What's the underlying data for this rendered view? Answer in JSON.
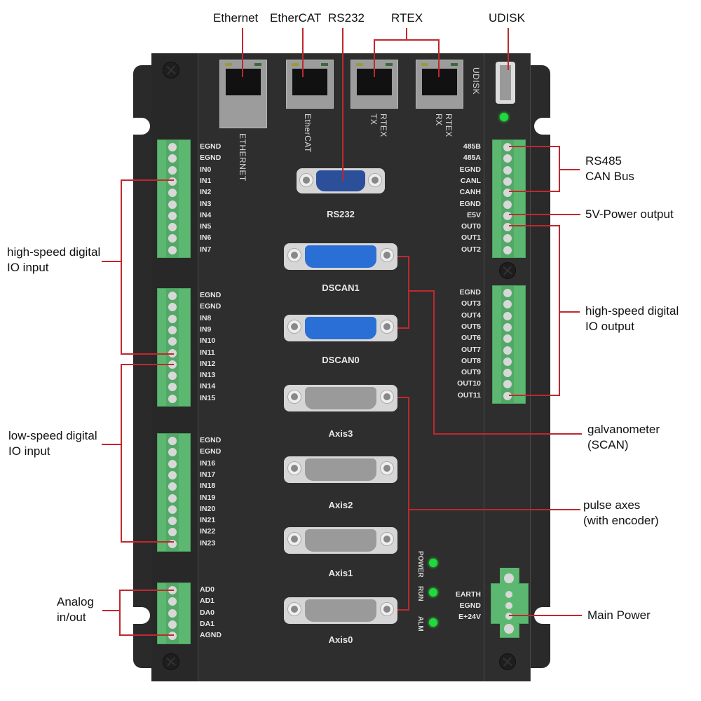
{
  "top_callouts": {
    "ethernet": "Ethernet",
    "ethercat": "EtherCAT",
    "rs232": "RS232",
    "rtex": "RTEX",
    "udisk": "UDISK"
  },
  "ports": {
    "ethernet": "ETHERNET",
    "ethercat": "EtherCAT",
    "rtex_tx": "RTEX TX",
    "rtex_rx": "RTEX RX",
    "udisk": "UDISK"
  },
  "connectors": {
    "rs232": "RS232",
    "dscan1": "DSCAN1",
    "dscan0": "DSCAN0",
    "axis3": "Axis3",
    "axis2": "Axis2",
    "axis1": "Axis1",
    "axis0": "Axis0"
  },
  "terminals": {
    "left_block_1": [
      "EGND",
      "EGND",
      "IN0",
      "IN1",
      "IN2",
      "IN3",
      "IN4",
      "IN5",
      "IN6",
      "IN7"
    ],
    "left_block_2": [
      "EGND",
      "EGND",
      "IN8",
      "IN9",
      "IN10",
      "IN11",
      "IN12",
      "IN13",
      "IN14",
      "IN15"
    ],
    "left_block_3": [
      "EGND",
      "EGND",
      "IN16",
      "IN17",
      "IN18",
      "IN19",
      "IN20",
      "IN21",
      "IN22",
      "IN23"
    ],
    "analog_block": [
      "AD0",
      "AD1",
      "DA0",
      "DA1",
      "AGND"
    ],
    "right_block_1": [
      "485B",
      "485A",
      "EGND",
      "CANL",
      "CANH",
      "EGND",
      "E5V",
      "OUT0",
      "OUT1",
      "OUT2"
    ],
    "right_block_2": [
      "EGND",
      "OUT3",
      "OUT4",
      "OUT5",
      "OUT6",
      "OUT7",
      "OUT8",
      "OUT9",
      "OUT10",
      "OUT11"
    ],
    "power_block": [
      "EARTH",
      "EGND",
      "E+24V"
    ]
  },
  "leds": {
    "power": "POWER",
    "run": "RUN",
    "alm": "ALM"
  },
  "side_callouts": {
    "hs_input": [
      "high-speed digital",
      "IO input"
    ],
    "ls_input": [
      "low-speed digital",
      "IO input"
    ],
    "analog": [
      "Analog",
      "in/out"
    ],
    "rs485_can": [
      "RS485",
      "CAN Bus"
    ],
    "power5v": "5V-Power output",
    "hs_output": [
      "high-speed digital",
      "IO output"
    ],
    "galvo": [
      "galvanometer",
      "(SCAN)"
    ],
    "pulse_axes": [
      "pulse axes",
      "(with encoder)"
    ],
    "main_power": "Main Power"
  },
  "colors": {
    "leader_line": "#c0282e",
    "housing": "#2e2e2e",
    "terminal_green": "#5cb870",
    "led_green": "#1ed940",
    "dsub_blue": "#2a6fd6"
  }
}
